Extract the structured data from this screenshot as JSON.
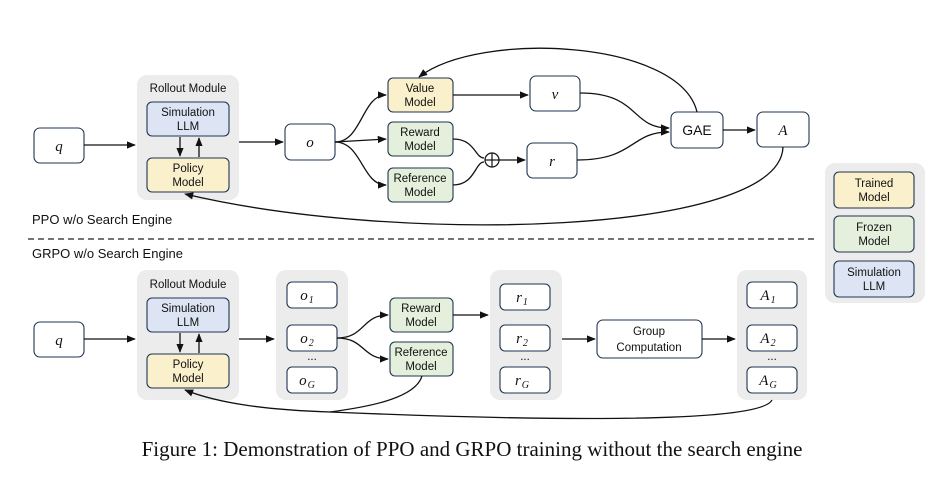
{
  "ppo": {
    "section_label": "PPO w/o Search Engine",
    "q": "q",
    "rollout_title": "Rollout Module",
    "simulation_llm": [
      "Simulation",
      "LLM"
    ],
    "policy_model": [
      "Policy",
      "Model"
    ],
    "o": "o",
    "value_model": [
      "Value",
      "Model"
    ],
    "reward_model": [
      "Reward",
      "Model"
    ],
    "reference_model": [
      "Reference",
      "Model"
    ],
    "oplus": "⊕",
    "v": "v",
    "r": "r",
    "gae": "GAE",
    "A": "A"
  },
  "grpo": {
    "section_label": "GRPO w/o Search Engine",
    "q": "q",
    "rollout_title": "Rollout Module",
    "simulation_llm": [
      "Simulation",
      "LLM"
    ],
    "policy_model": [
      "Policy",
      "Model"
    ],
    "outputs": [
      {
        "base": "o",
        "sub": "1"
      },
      {
        "base": "o",
        "sub": "2"
      },
      {
        "base": "o",
        "sub": "G"
      }
    ],
    "reward_model": [
      "Reward",
      "Model"
    ],
    "reference_model": [
      "Reference",
      "Model"
    ],
    "rewards": [
      {
        "base": "r",
        "sub": "1"
      },
      {
        "base": "r",
        "sub": "2"
      },
      {
        "base": "r",
        "sub": "G"
      }
    ],
    "group_computation": [
      "Group",
      "Computation"
    ],
    "advantages": [
      {
        "base": "A",
        "sub": "1"
      },
      {
        "base": "A",
        "sub": "2"
      },
      {
        "base": "A",
        "sub": "G"
      }
    ],
    "ellipsis": "..."
  },
  "legend": {
    "trained": [
      "Trained",
      "Model"
    ],
    "frozen": [
      "Frozen",
      "Model"
    ],
    "simulation": [
      "Simulation",
      "LLM"
    ]
  },
  "colors": {
    "trained": "#fbf0cc",
    "frozen": "#e4f0dc",
    "simulation": "#dde5f4",
    "module_bg": "#ececec"
  },
  "caption": "Figure 1: Demonstration of PPO and GRPO training without the search engine"
}
